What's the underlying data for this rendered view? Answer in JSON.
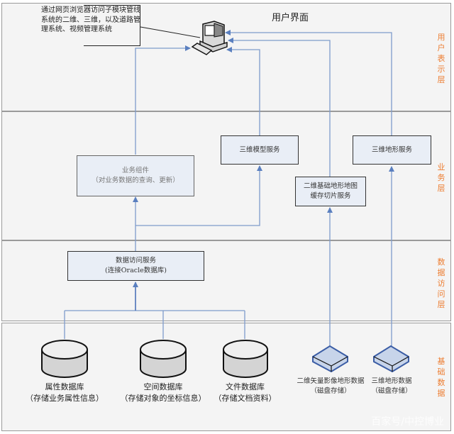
{
  "layers": [
    {
      "id": "presentation",
      "title": "用户表示层"
    },
    {
      "id": "business",
      "title": "业务层"
    },
    {
      "id": "data-access",
      "title": "数据访问层"
    },
    {
      "id": "base-data",
      "title": "基础数据"
    }
  ],
  "presentation": {
    "ui_title": "用户界面",
    "note": "通过网页浏览器访问子模块管线系统的二维、三维，以及道路管理系统、视频管理系统",
    "computer_icon": "desktop-computer-icon"
  },
  "business": {
    "component": {
      "line1": "业务组件",
      "line2": "（对业务数据的查询、更新）"
    },
    "model_service": "三维模型服务",
    "tile_service": {
      "line1": "二维基础地形地图",
      "line2": "缓存切片服务"
    },
    "terrain_service": "三维地形服务"
  },
  "data_access": {
    "service": {
      "line1": "数据访问服务",
      "line2": "(连接Oracle数据库)"
    }
  },
  "base_data": {
    "databases": [
      {
        "name": "属性数据库",
        "desc": "（存储业务属性信息）"
      },
      {
        "name": "空间数据库",
        "desc": "（存储对象的坐标信息）"
      },
      {
        "name": "文件数据库",
        "desc": "（存储文档资料）"
      }
    ],
    "disks": [
      {
        "name": "二维矢量影像地形数据",
        "desc": "（磁盘存储）"
      },
      {
        "name": "三维地形数据",
        "desc": "（磁盘存储）"
      }
    ]
  },
  "colors": {
    "layer_title": "#ed7d31",
    "wire": "#6a8cc0",
    "box_fill": "#e9eef6"
  },
  "watermark": "百家号/中控博业"
}
